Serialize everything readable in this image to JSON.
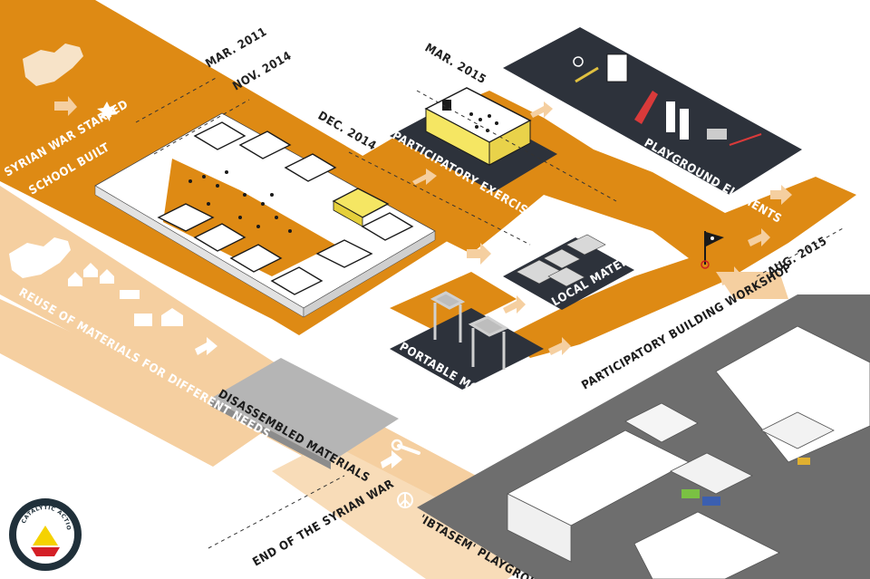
{
  "colors": {
    "orange": "#de8a14",
    "light_orange": "#f5cfa0",
    "dark_panel": "#2d323b",
    "gray_panel": "#6e6e6e",
    "light_gray": "#b5b5b5",
    "yellow": "#f5e663",
    "navy": "#1f2e3c"
  },
  "timeline": {
    "mar_2011": "MAR. 2011",
    "nov_2014": "NOV. 2014",
    "dec_2014": "DEC. 2014",
    "mar_2015": "MAR. 2015",
    "aug_2015": "AUG. 2015"
  },
  "labels": {
    "syrian_war_started": "SYRIAN WAR STARTED",
    "school_built": "SCHOOL BUILT",
    "participatory_exercise": "PARTICIPATORY EXERCISE",
    "playground_elements": "PLAYGROUND ELEMENTS",
    "local_materials": "LOCAL MATERIALS",
    "portable_modules": "PORTABLE MODULES",
    "participatory_building_workshop": "PARTICIPATORY BUILDING WORKSHOP",
    "reuse_of_materials": "REUSE OF MATERIALS FOR DIFFERENT NEEDS",
    "disassembled_materials": "DISASSEMBLED MATERIALS",
    "end_of_syrian_war": "END OF THE SYRIAN WAR",
    "ibtasem_playground": "'IBTASEM' PLAYGROUND"
  },
  "logo": {
    "name": "CATALYTIC ACTION"
  },
  "icons": {
    "map_syria": "syria-map-icon",
    "explosion": "explosion-icon",
    "flag": "flag-icon",
    "peace": "peace-icon",
    "wrench": "wrench-icon",
    "arrow": "arrow-icon",
    "houses": "houses-icon"
  }
}
